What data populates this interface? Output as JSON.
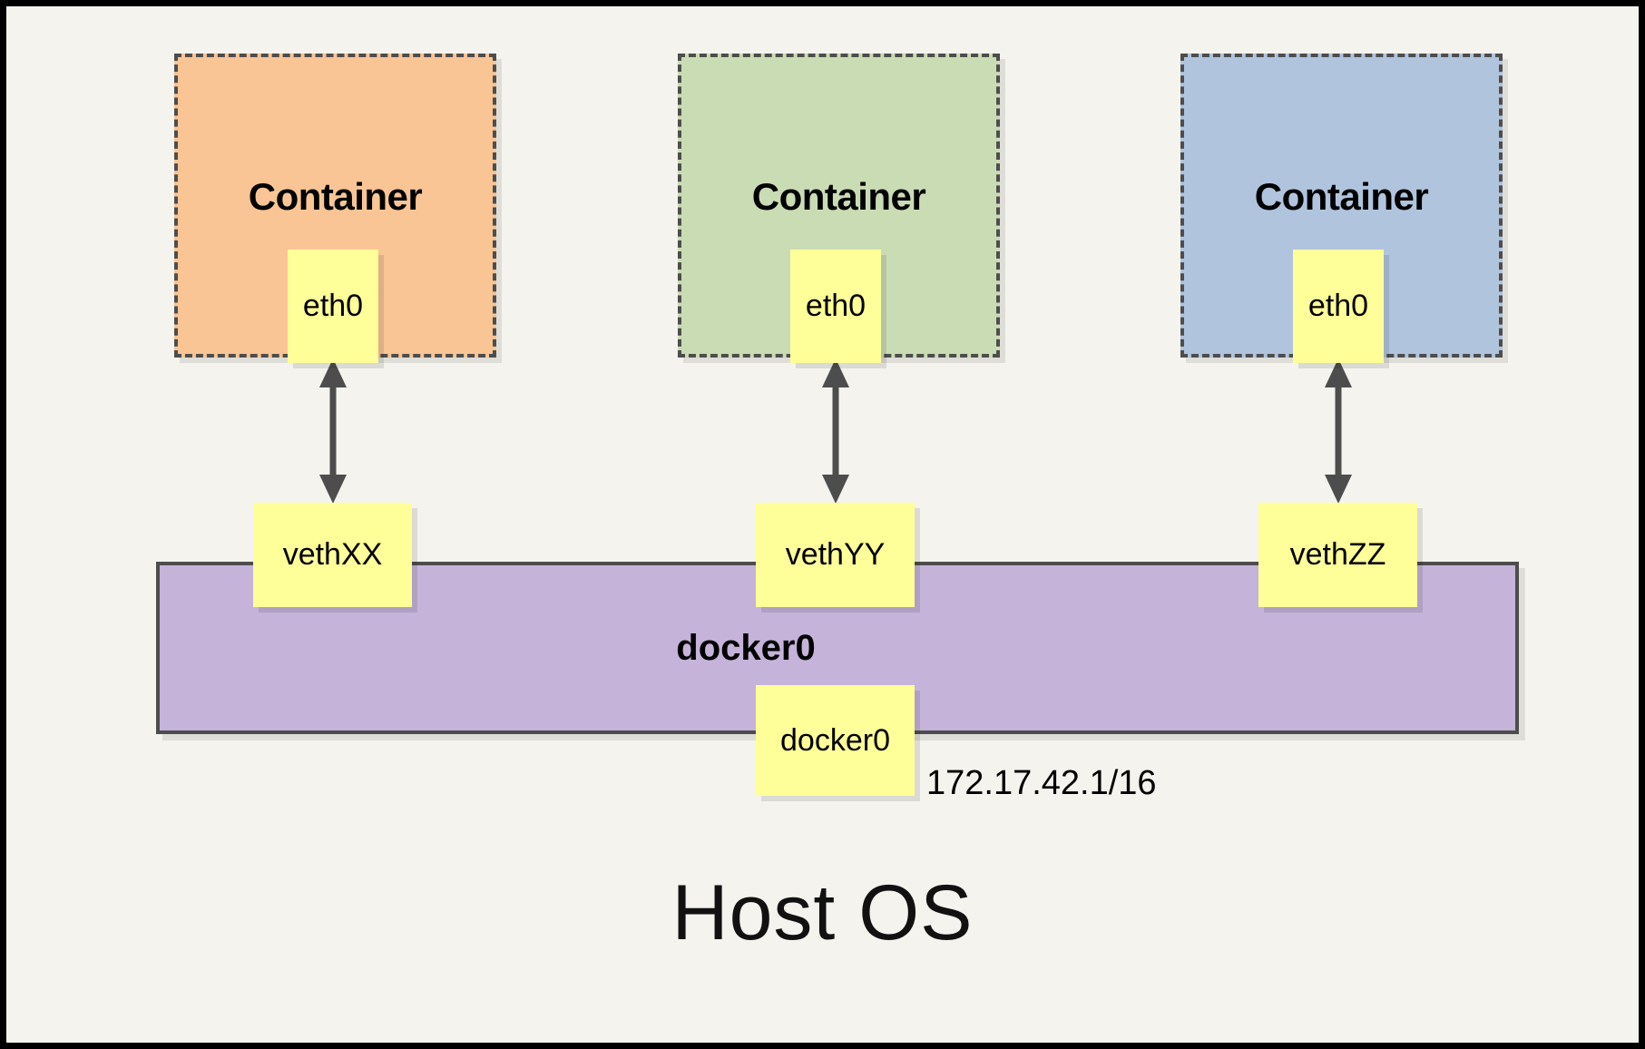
{
  "diagram": {
    "title_text": "Host OS",
    "background_color": "#f4f3ee",
    "frame_color": "#000000",
    "containers": [
      {
        "label": "Container",
        "interface_label": "eth0",
        "fill_color": "#f9c595",
        "border_style": "dashed",
        "border_color": "#4d4d4d"
      },
      {
        "label": "Container",
        "interface_label": "eth0",
        "fill_color": "#cadcb4",
        "border_style": "dashed",
        "border_color": "#4d4d4d"
      },
      {
        "label": "Container",
        "interface_label": "eth0",
        "fill_color": "#b0c4de",
        "border_style": "dashed",
        "border_color": "#4d4d4d"
      }
    ],
    "veths": [
      {
        "label": "vethXX"
      },
      {
        "label": "vethYY"
      },
      {
        "label": "vethZZ"
      }
    ],
    "bridge": {
      "name_label": "docker0",
      "port_label": "docker0",
      "ip_address": "172.17.42.1/16",
      "fill_color": "#c5b3da",
      "border_color": "#4d4d4d"
    },
    "interface_box_color": "#ffff99",
    "arrow_color": "#4d4d4d",
    "arrow_names": [
      "eth0-to-vethXX-arrow",
      "eth0-to-vethYY-arrow",
      "eth0-to-vethZZ-arrow"
    ]
  }
}
